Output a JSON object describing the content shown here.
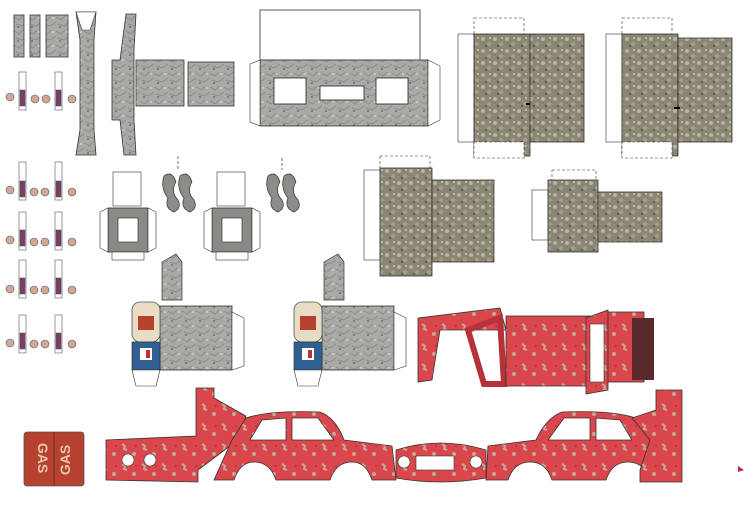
{
  "sheet": {
    "kind": "papercraft template",
    "colors": {
      "concrete": "#a9aaa6",
      "concrete_dark": "#7f807c",
      "stone": "#8b8574",
      "stone_light": "#b7b2a2",
      "car_red": "#d9474d",
      "car_red_dark": "#b83038",
      "rust": "#c7a79a",
      "pump_blue": "#2f5f93",
      "pump_cream": "#e7dcc4",
      "sign_red": "#b7412f",
      "sign_text": "#e8c9a9",
      "tab_line": "#333333"
    }
  },
  "gas_sign": {
    "top_text": "GAS",
    "bottom_text": "GAS"
  }
}
